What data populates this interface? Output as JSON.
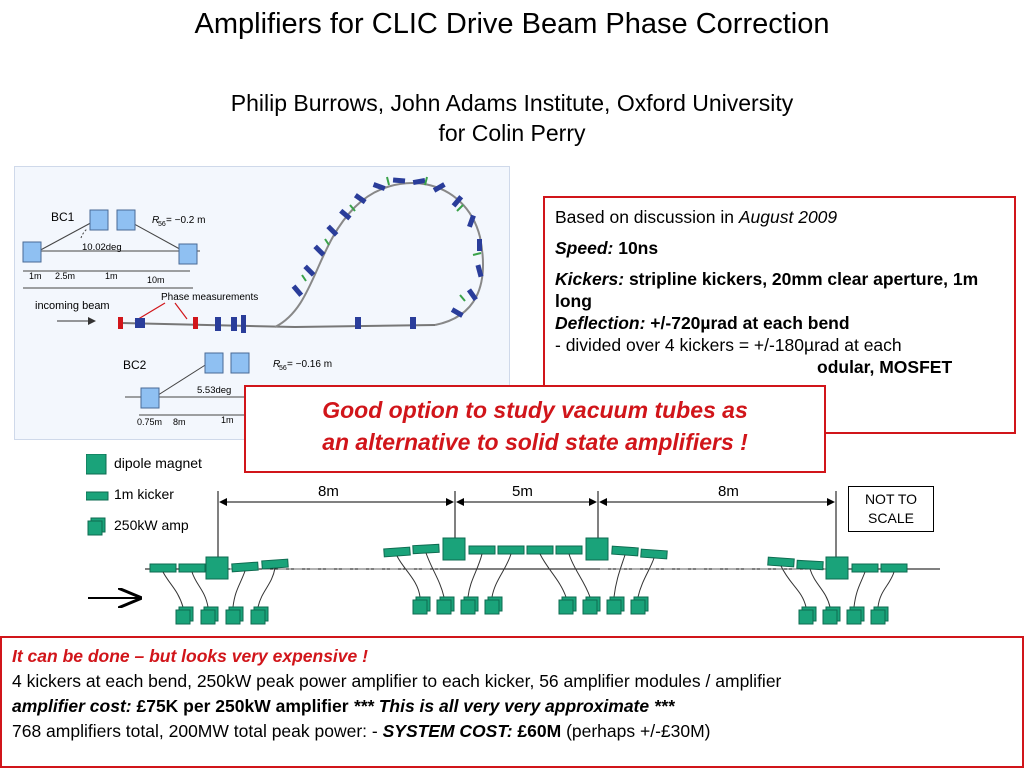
{
  "title": "Amplifiers for CLIC Drive Beam Phase Correction",
  "subtitle_line1": "Philip Burrows, John Adams Institute, Oxford University",
  "subtitle_line2": "for Colin Perry",
  "panel": {
    "bc1": "BC1",
    "bc1_r56": "= −0.2  m",
    "bc1_angle": "10.02deg",
    "bc1_d1": "1m",
    "bc1_d2": "2.5m",
    "bc1_d3": "1m",
    "bc1_d4": "10m",
    "incoming_beam": "incoming beam",
    "phase_measurements": "Phase measurements",
    "bc2": "BC2",
    "bc2_r56": "= −0.16  m",
    "bc2_angle": "5.53deg",
    "bc2_d1": "0.75m",
    "bc2_d2": "8m",
    "bc2_d3": "1m",
    "r56_symbol": "R",
    "r56_sub": "56"
  },
  "info": {
    "line1_a": "Based on discussion in ",
    "line1_b": "August 2009",
    "speed_label": "Speed:",
    "speed_value": " 10ns",
    "kickers_label": "Kickers:",
    "kickers_value": " stripline kickers, 20mm clear aperture, 1m long",
    "deflection_label": "Deflection:",
    "deflection_value": " +/-720µrad at each bend",
    "divided": "- divided over 4 kickers = +/-180µrad at each",
    "hidden_tail": "odular, MOSFET"
  },
  "callout": {
    "line1": "Good option to study vacuum tubes as",
    "line2": "an alternative to solid state amplifiers !"
  },
  "legend": {
    "dipole": "dipole magnet",
    "kicker": "1m kicker",
    "amp": "250kW amp"
  },
  "schematic": {
    "dim1": "8m",
    "dim2": "5m",
    "dim3": "8m",
    "not_to_scale_1": "NOT TO",
    "not_to_scale_2": "SCALE"
  },
  "bottom": {
    "line1": "It can be done – but looks very expensive !",
    "line2": "4 kickers at each bend, 250kW peak power amplifier to each kicker, 56 amplifier modules / amplifier",
    "cost_label": "amplifier cost:",
    "cost_value": " £75K per 250kW amplifier ",
    "approx": "*** This is all very very approximate ***",
    "line4_a": "768 amplifiers total, 200MW total peak power: - ",
    "system_label": "SYSTEM COST:",
    "system_value": " £60M",
    "line4_b": " (perhaps +/-£30M)"
  },
  "colors": {
    "accent_red": "#d1151a",
    "magnet_green": "#1aa37a",
    "magnet_dark": "#0e6b50"
  }
}
